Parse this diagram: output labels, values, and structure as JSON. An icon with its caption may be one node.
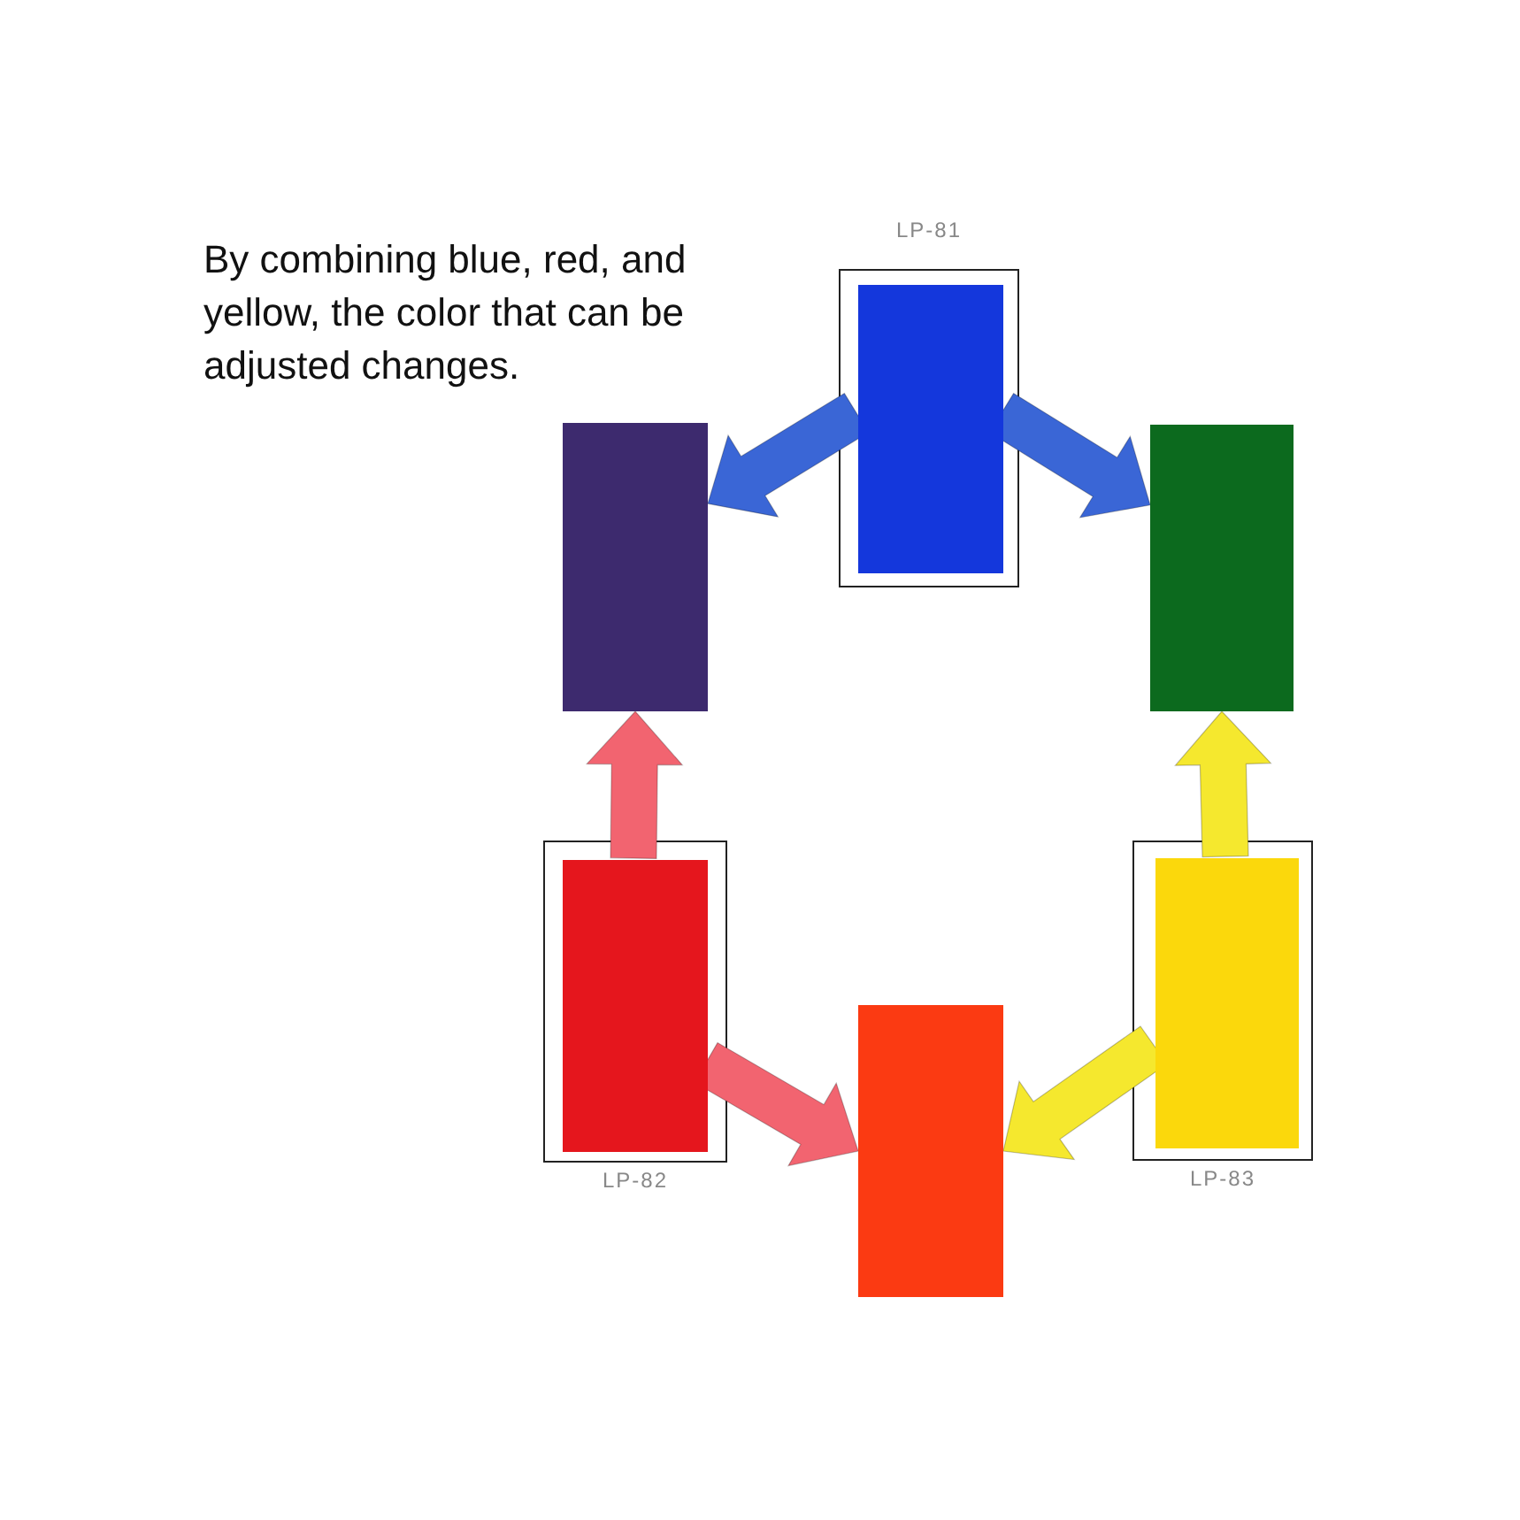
{
  "diagram": {
    "nodes": [
      {
        "text": [
          "LP-81"
        ]
      },
      {
        "text": [],
        "shape": "box",
        "in": 0
      },
      {
        "text": [],
        "shape": "box"
      },
      {
        "text": [],
        "shape": "box"
      },
      {
        "text": [
          "LP-82"
        ]
      },
      {
        "text": [],
        "shape": "box",
        "in": 4
      },
      {
        "text": [
          "LP-83"
        ]
      },
      {
        "text": [],
        "shape": "box",
        "in": 6
      },
      {
        "text": [],
        "shape": "box"
      }
    ],
    "edges": [
      {
        "from": 1,
        "to": 2,
        "arrow": "to",
        "color": "#3a66d6"
      },
      {
        "from": 1,
        "to": 3,
        "arrow": "to",
        "color": "#3a66d6"
      },
      {
        "from": 5,
        "to": 2,
        "arrow": "to",
        "color": "#f26470"
      },
      {
        "from": 7,
        "to": 3,
        "arrow": "to",
        "color": "#f5e82e"
      },
      {
        "from": 5,
        "to": 8,
        "arrow": "to",
        "color": "#f26470"
      },
      {
        "from": 7,
        "to": 8,
        "arrow": "to",
        "color": "#f5e82e"
      }
    ],
    "labels": [
      "By combining blue, red, and yellow, the color that can be adjusted changes."
    ]
  }
}
